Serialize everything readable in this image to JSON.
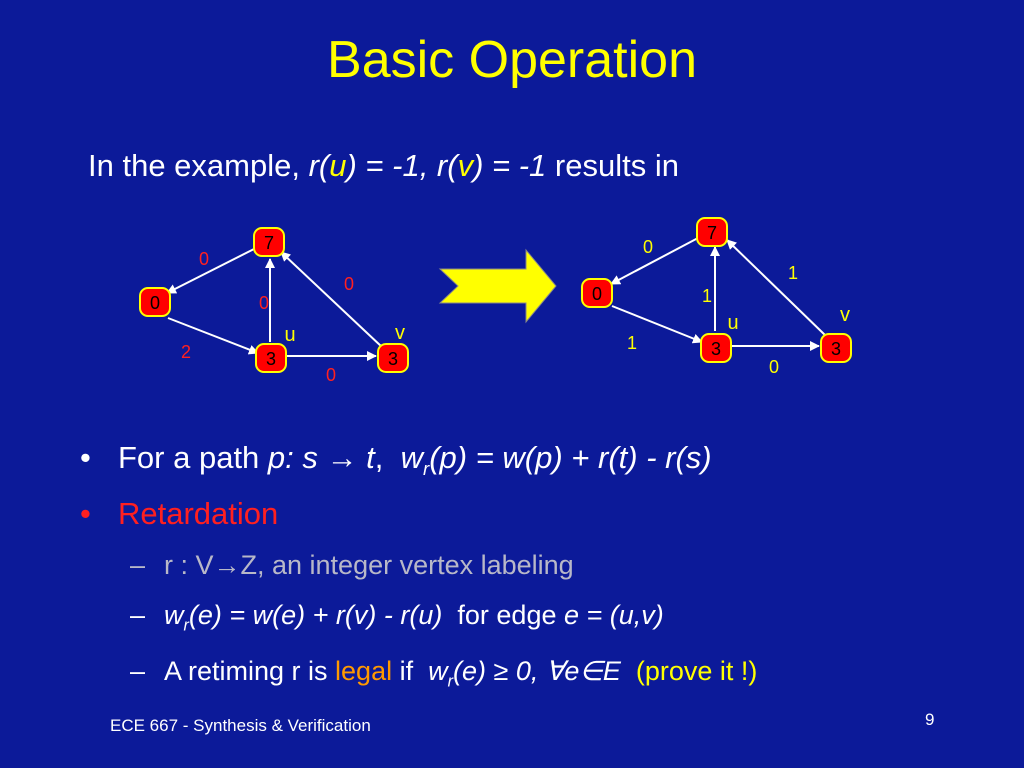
{
  "title": "Basic Operation",
  "intro": {
    "prefix": "In the example, ",
    "r1": "r(",
    "u": "u",
    "eq1": ") = -1, r(",
    "v": "v",
    "eq2": ") = -1",
    "suffix": " results in"
  },
  "graph_left": {
    "nodes": {
      "top": "7",
      "left": "0",
      "mid": "3",
      "right": "3"
    },
    "labels": {
      "u": "u",
      "v": "v"
    },
    "weights": {
      "left_top": "0",
      "left_mid": "2",
      "mid_top": "0",
      "right_top": "0",
      "mid_right": "0"
    }
  },
  "graph_right": {
    "nodes": {
      "top": "7",
      "left": "0",
      "mid": "3",
      "right": "3"
    },
    "labels": {
      "u": "u",
      "v": "v"
    },
    "weights": {
      "top_left": "0",
      "left_mid": "1",
      "mid_top": "1",
      "right_top": "1",
      "mid_right": "0"
    }
  },
  "bullets": {
    "b1_text": "For a path ",
    "b1_path": "p: s → t",
    "b1_comma": ",",
    "b1_w": "w",
    "b1_sub": "r",
    "b1_formula": "(p) = w(p) + r(t) - r(s)",
    "b2_text": "Retardation",
    "s1_text": "r : V→Z, an integer vertex labeling",
    "s2_w": "w",
    "s2_sub": "r",
    "s2_formula": "(e) = w(e) + r(v) - r(u)",
    "s2_mid": "for edge ",
    "s2_edge": "e = (u,v)",
    "s3_pre": "A retiming r is ",
    "s3_legal": "legal",
    "s3_if": " if ",
    "s3_w": "w",
    "s3_sub": "r",
    "s3_formula": "(e) ≥ 0, ∀e∈E",
    "s3_prove": "(prove it !)"
  },
  "footer": "ECE 667 - Synthesis & Verification",
  "page_number": "9",
  "colors": {
    "background": "#0c1a99",
    "title": "#ffff00",
    "node_fill": "#ff0000",
    "node_stroke": "#ffff00",
    "arrow_fill": "#ffff00"
  }
}
